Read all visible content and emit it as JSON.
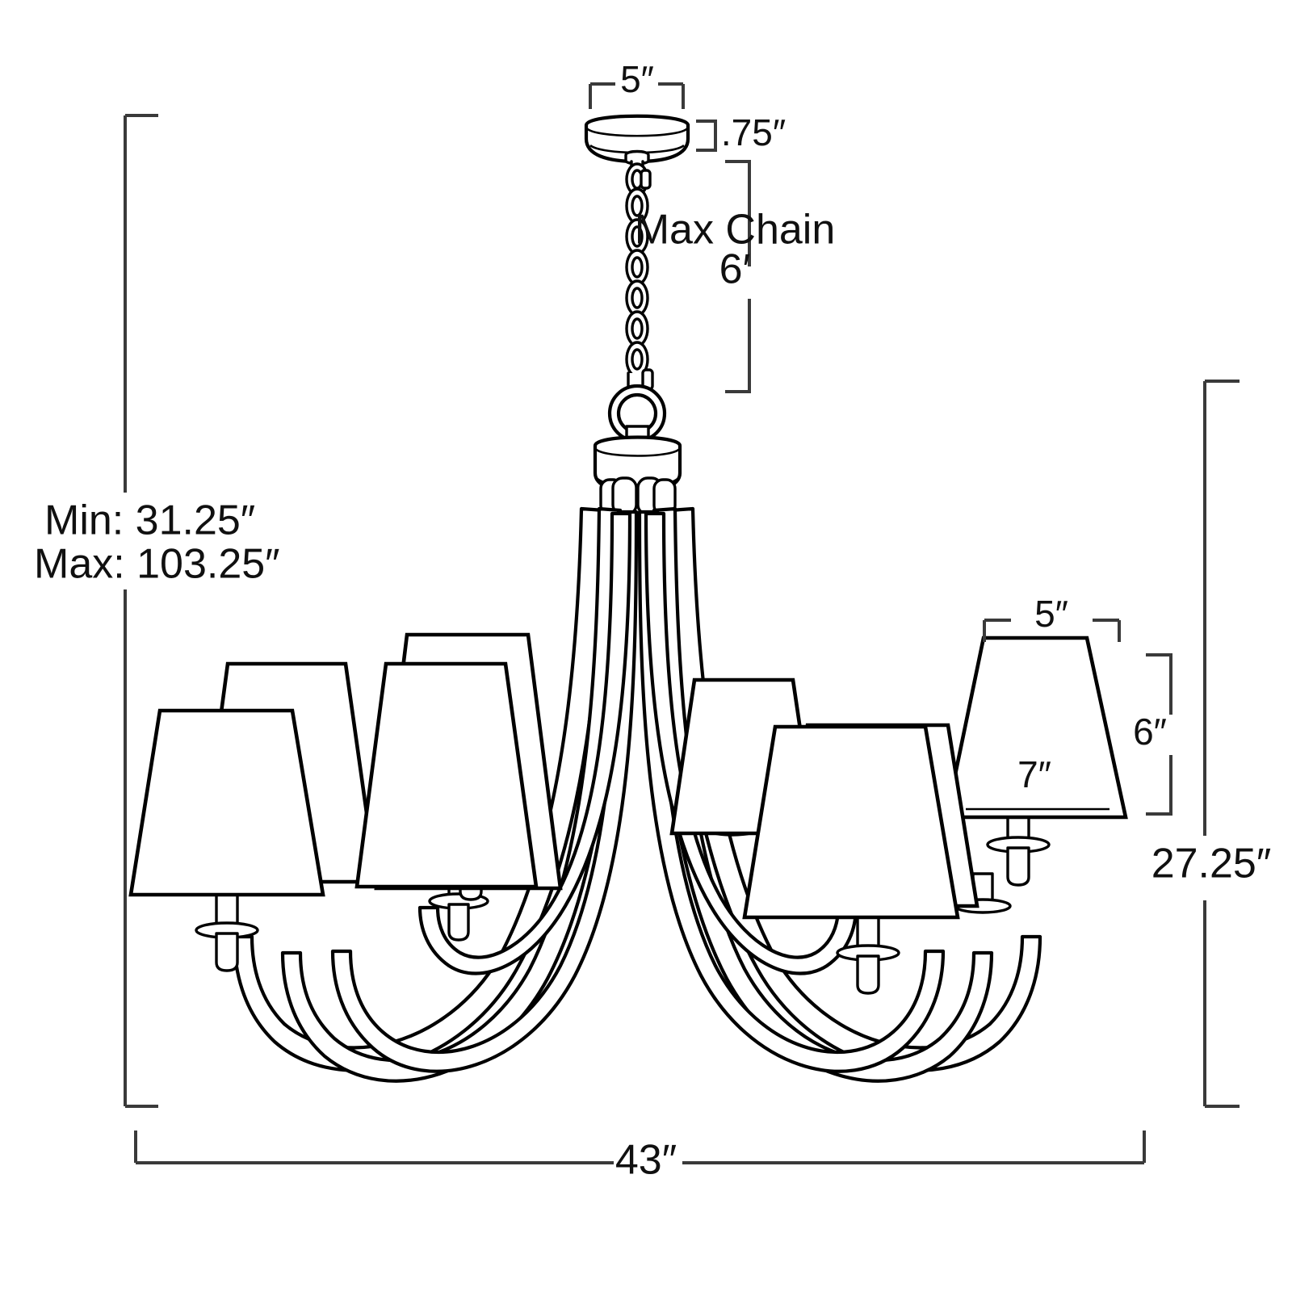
{
  "figure": {
    "title": "Chandelier dimension drawing",
    "line_color": "#000000",
    "dimension_line_color": "#3a3a3a",
    "background": "#ffffff"
  },
  "dimensions": {
    "canopy_width": "5″",
    "canopy_height": ".75″",
    "max_chain_label": "Max Chain",
    "max_chain_value": "6′",
    "overall_height_min": "Min: 31.25″",
    "overall_height_max": "Max: 103.25″",
    "shade_top_width": "5″",
    "shade_height": "6″",
    "shade_bottom_width": "7″",
    "body_height": "27.25″",
    "overall_width": "43″"
  },
  "parts": {
    "canopy": "canopy",
    "chain": "hanging-chain",
    "loop": "suspension-ring",
    "body": "center-column",
    "arms_count": 8,
    "shades_count": 8
  }
}
